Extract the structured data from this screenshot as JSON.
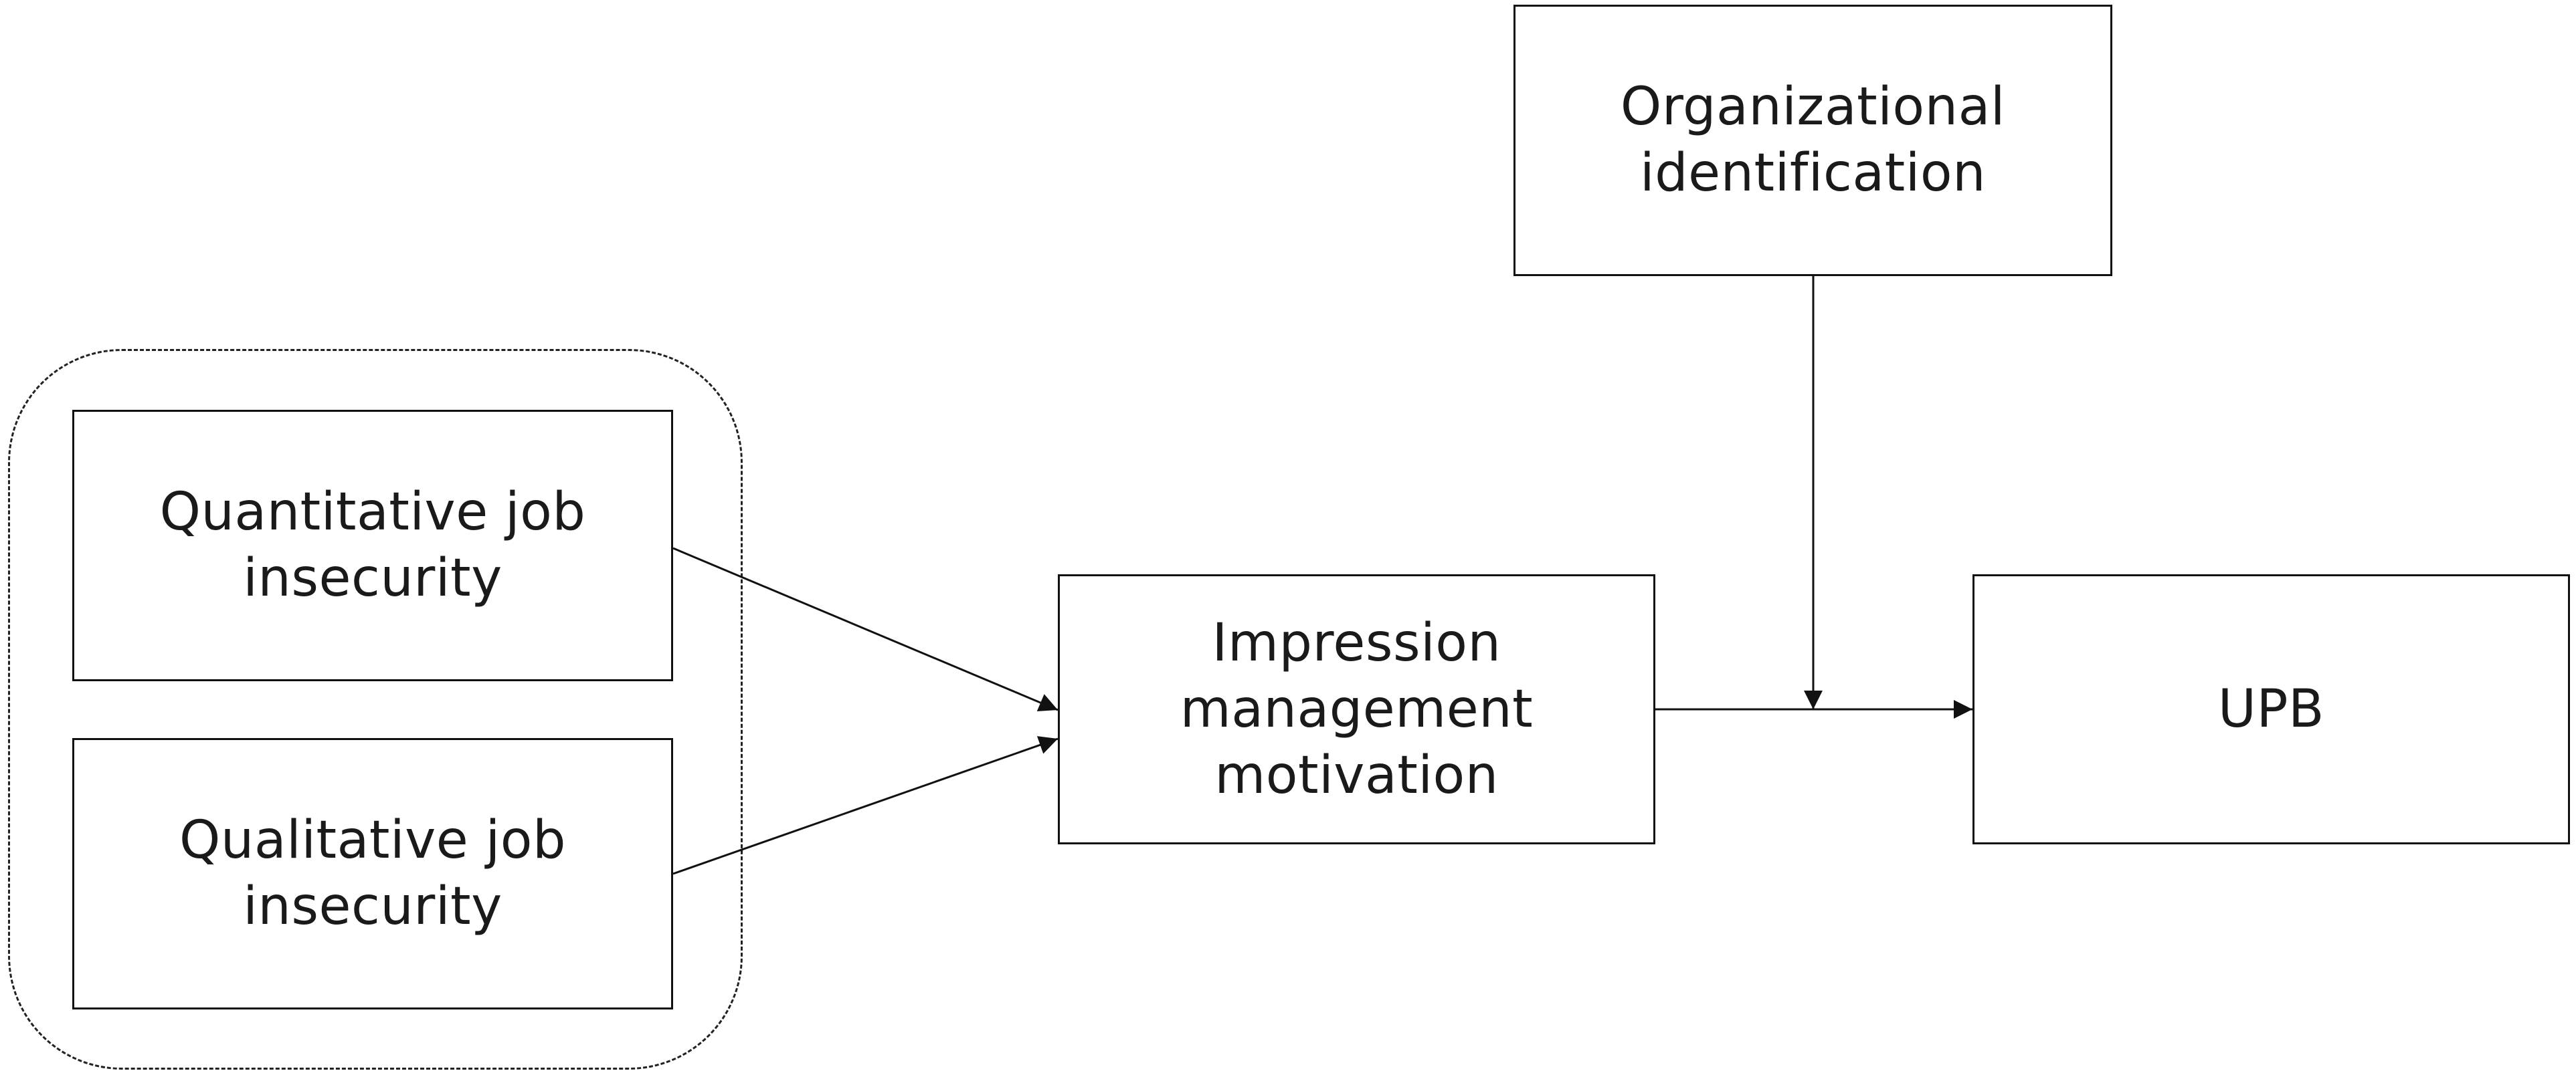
{
  "nodes": {
    "quantitative": {
      "label": "Quantitative job insecurity"
    },
    "qualitative": {
      "label": "Qualitative job insecurity"
    },
    "impression": {
      "label": "Impression management motivation"
    },
    "organizational": {
      "label": "Organizational identification"
    },
    "upb": {
      "label": "UPB"
    }
  },
  "edges": [
    {
      "from": "quantitative",
      "to": "impression"
    },
    {
      "from": "qualitative",
      "to": "impression"
    },
    {
      "from": "impression",
      "to": "upb"
    },
    {
      "from": "organizational",
      "to": "impression-upb-path",
      "type": "moderation"
    }
  ],
  "group": {
    "members": [
      "quantitative",
      "qualitative"
    ],
    "style": "dashed rounded frame"
  },
  "colors": {
    "line": "#111111",
    "background": "#ffffff"
  }
}
